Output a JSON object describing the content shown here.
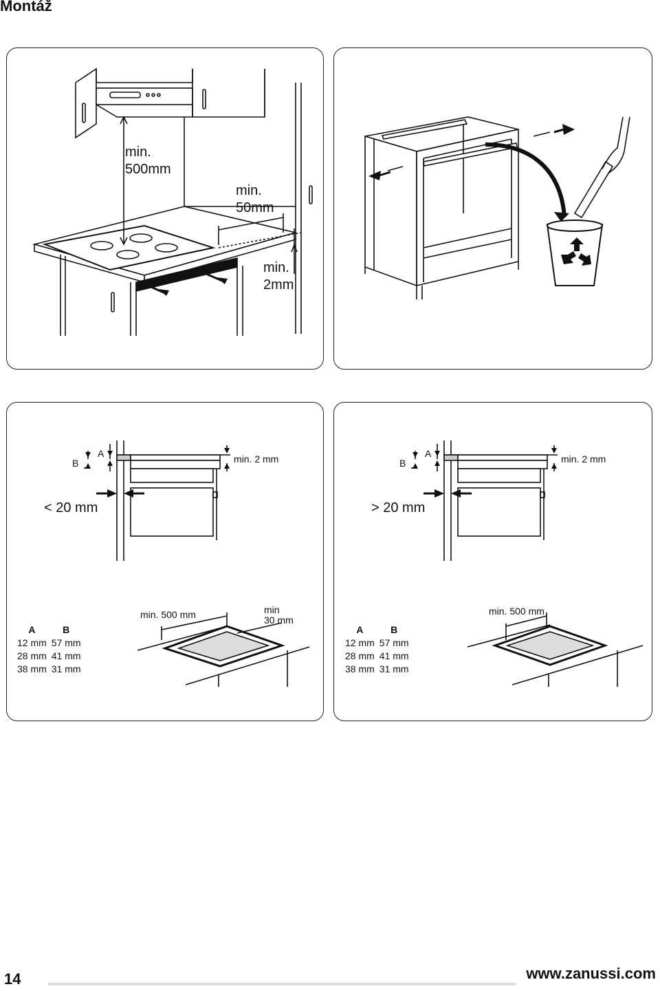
{
  "page": {
    "title": "Montáž",
    "page_number": "14",
    "website": "www.zanussi.com"
  },
  "panel_hood": {
    "min_hood_l1": "min.",
    "min_hood_l2": "500mm",
    "min_wall_l1": "min.",
    "min_wall_l2": "50mm",
    "min_gap_l1": "min.",
    "min_gap_l2": "2mm"
  },
  "panel_small_gap": {
    "label_a": "A",
    "label_b": "B",
    "min_gap": "min. 2 mm",
    "distance": "< 20 mm"
  },
  "panel_large_gap": {
    "label_a": "A",
    "label_b": "B",
    "min_gap": "min. 2 mm",
    "distance": "> 20 mm"
  },
  "panel_table_1": {
    "headers": [
      "A",
      "B"
    ],
    "rows": [
      [
        "12 mm",
        "57 mm"
      ],
      [
        "28 mm",
        "41 mm"
      ],
      [
        "38 mm",
        "31 mm"
      ]
    ],
    "min_500": "min. 500 mm",
    "min_30_l1": "min",
    "min_30_l2": "30 mm"
  },
  "panel_table_2": {
    "headers": [
      "A",
      "B"
    ],
    "rows": [
      [
        "12 mm",
        "57 mm"
      ],
      [
        "28 mm",
        "41 mm"
      ],
      [
        "38 mm",
        "31 mm"
      ]
    ],
    "min_500": "min. 500 mm"
  }
}
